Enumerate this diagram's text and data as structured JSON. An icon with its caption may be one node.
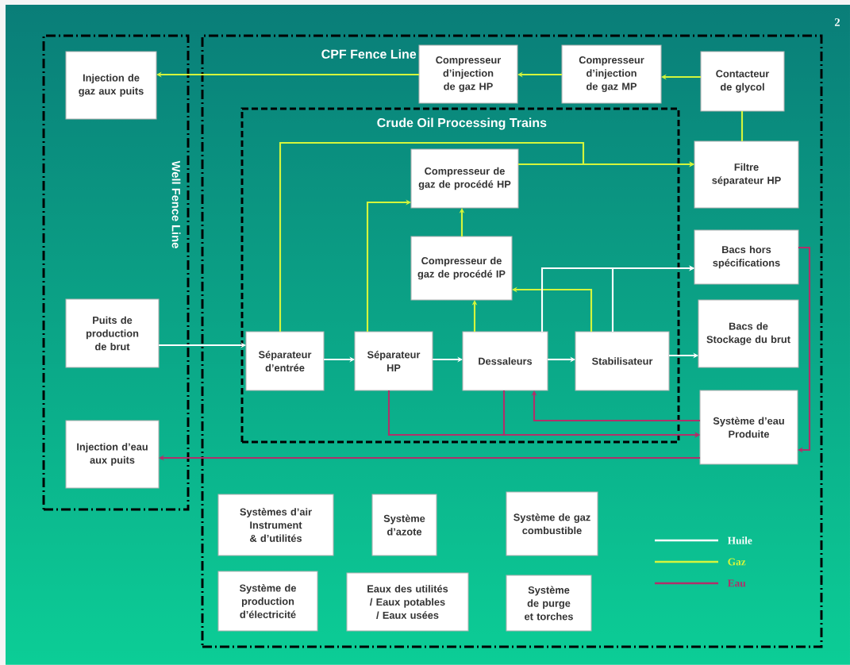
{
  "diagram": {
    "nodes": [
      {
        "text": [
          "Well Fence Line"
        ]
      },
      {
        "text": [
          "Injection de gaz aux puits"
        ],
        "in": 0
      },
      {
        "text": [
          "Puits de production de brut"
        ],
        "in": 0
      },
      {
        "text": [
          "Injection d’eau aux puits"
        ],
        "in": 0
      },
      {
        "text": [
          "CPF Fence Line"
        ]
      },
      {
        "text": [
          "Compresseur d’injection de gaz HP"
        ],
        "in": 4
      },
      {
        "text": [
          "Compresseur d’injection de gaz MP"
        ],
        "in": 4
      },
      {
        "text": [
          "Contacteur de glycol"
        ],
        "in": 4
      },
      {
        "text": [
          "Crude Oil Processing Trains"
        ],
        "in": 4
      },
      {
        "text": [
          "Compresseur de gaz de procédé HP"
        ],
        "in": 8
      },
      {
        "text": [
          "Filtre séparateur HP"
        ],
        "in": 4
      },
      {
        "text": [
          "Compresseur de gaz de procédé IP"
        ],
        "in": 8
      },
      {
        "text": [
          "Bacs hors spécifications"
        ],
        "in": 4
      },
      {
        "text": [
          "Séparateur d’entrée"
        ],
        "in": 8
      },
      {
        "text": [
          "Séparateur HP"
        ],
        "in": 8
      },
      {
        "text": [
          "Dessaleurs"
        ],
        "in": 8
      },
      {
        "text": [
          "Stabilisateur"
        ],
        "in": 8
      },
      {
        "text": [
          "Bacs de Stockage du brut"
        ],
        "in": 4
      },
      {
        "text": [
          "Système d’eau Produite"
        ],
        "in": 4
      },
      {
        "text": [
          "Systèmes d’air Instrument & d’utilités"
        ],
        "in": 4
      },
      {
        "text": [
          "Système d’azote"
        ],
        "in": 4
      },
      {
        "text": [
          "Système de gaz combustible"
        ],
        "in": 4
      },
      {
        "text": [
          "Système de production d’électricité"
        ],
        "in": 4
      },
      {
        "text": [
          "Eaux des utilités / Eaux potables / Eaux usées"
        ],
        "in": 4
      },
      {
        "text": [
          "Système de purge et torches"
        ],
        "in": 4
      }
    ],
    "edges": [
      {
        "from": 7,
        "to": 6,
        "arrow": "to"
      },
      {
        "from": 6,
        "to": 5,
        "arrow": "to"
      },
      {
        "from": 5,
        "to": 1,
        "arrow": "to"
      },
      {
        "from": 10,
        "to": 7,
        "arrow": "none"
      },
      {
        "from": 13,
        "to": 10,
        "arrow": "to"
      },
      {
        "from": 9,
        "to": 10,
        "arrow": "to"
      },
      {
        "from": 14,
        "to": 9,
        "arrow": "to"
      },
      {
        "from": 11,
        "to": 9,
        "arrow": "to"
      },
      {
        "from": 15,
        "to": 11,
        "arrow": "to"
      },
      {
        "from": 16,
        "to": 11,
        "arrow": "to"
      },
      {
        "from": 2,
        "to": 13,
        "arrow": "to",
        "color": "#ffffff"
      },
      {
        "from": 13,
        "to": 14,
        "arrow": "to",
        "color": "#ffffff"
      },
      {
        "from": 14,
        "to": 15,
        "arrow": "to",
        "color": "#ffffff"
      },
      {
        "from": 15,
        "to": 16,
        "arrow": "to",
        "color": "#ffffff"
      },
      {
        "from": 16,
        "to": 17,
        "arrow": "to",
        "color": "#ffffff"
      },
      {
        "from": 15,
        "to": 12,
        "arrow": "to",
        "color": "#ffffff"
      },
      {
        "from": 16,
        "to": 12,
        "arrow": "to",
        "color": "#ffffff"
      },
      {
        "from": 14,
        "to": 18,
        "arrow": "to",
        "color": "#b0306a"
      },
      {
        "from": 15,
        "to": 18,
        "arrow": "to",
        "color": "#b0306a"
      },
      {
        "from": 18,
        "to": 15,
        "arrow": "to",
        "color": "#b0306a"
      },
      {
        "from": 18,
        "to": 3,
        "arrow": "to",
        "color": "#b0306a"
      },
      {
        "from": 12,
        "to": 18,
        "arrow": "to",
        "color": "#b0306a"
      }
    ],
    "labels": [
      "2"
    ],
    "legend": [
      {
        "text": "Huile",
        "color": "#ffffff"
      },
      {
        "text": "Gaz",
        "color": "#d4f53c"
      },
      {
        "text": "Eau",
        "color": "#b0306a"
      }
    ]
  }
}
